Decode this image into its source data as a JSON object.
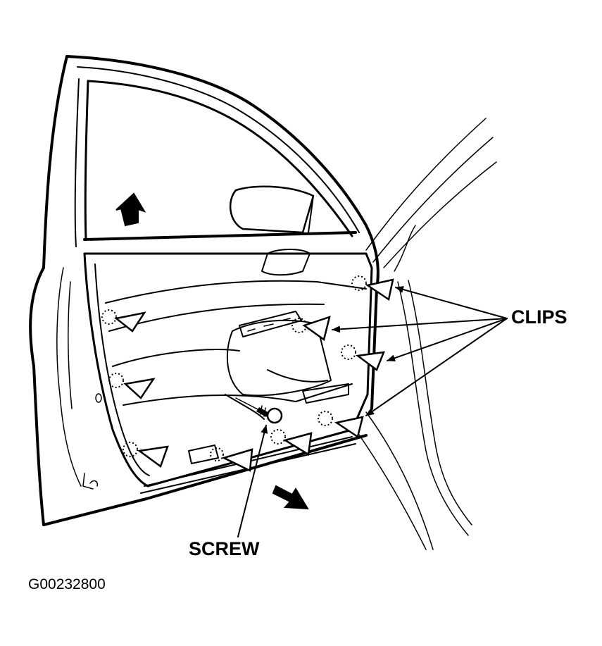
{
  "labels": {
    "clips": "CLIPS",
    "screw": "SCREW",
    "figure_id": "G00232800"
  },
  "colors": {
    "ink": "#000000",
    "paper": "#ffffff"
  }
}
